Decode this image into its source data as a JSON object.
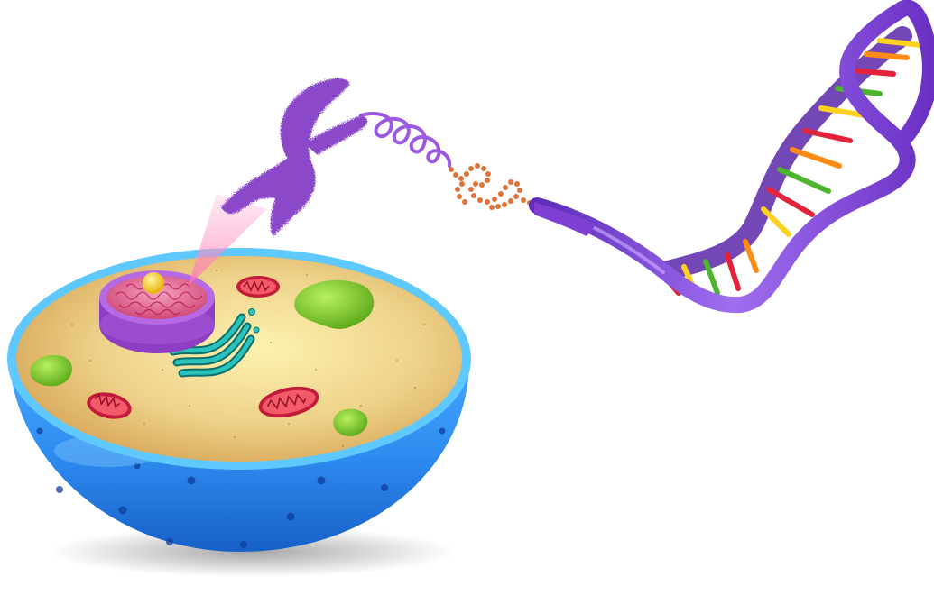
{
  "illustration": {
    "elements": [
      "cell",
      "nucleus",
      "nucleolus",
      "mitochondria",
      "golgi-apparatus",
      "vacuoles",
      "chromosome",
      "chromatin-coil",
      "nucleosomes",
      "dna-double-helix"
    ],
    "colors": {
      "background": "#ffffff",
      "membrane_blue": "#2f8cf0",
      "cytoplasm": "#e8c474",
      "nucleus_purple": "#9b4fd0",
      "chromosome_purple": "#8d4fd0",
      "helix_purple": "#7e3fd2",
      "nucleolus_yellow": "#f3d21a",
      "mitochondria_red": "#e53b54",
      "golgi_teal": "#1aa4a0",
      "vacuole_green": "#7dcd2b",
      "nucleosome_orange": "#e0733a",
      "base_pair_red": "#e2233a",
      "base_pair_yellow": "#ffd21e",
      "base_pair_green": "#4db52d",
      "base_pair_orange": "#ff8a14"
    }
  }
}
